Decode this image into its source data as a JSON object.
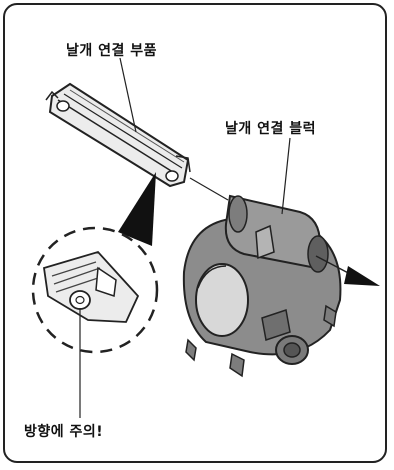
{
  "labels": {
    "blade_connector_part": "날개 연결 부품",
    "blade_connector_block": "날개 연결 블럭",
    "mind_direction": "방향에 주의!"
  },
  "colors": {
    "outline": "#222222",
    "part_fill": "#e6e6e6",
    "block_fill": "#8c8c8c",
    "block_shadow": "#6f6f6f",
    "arrow": "#111111"
  }
}
